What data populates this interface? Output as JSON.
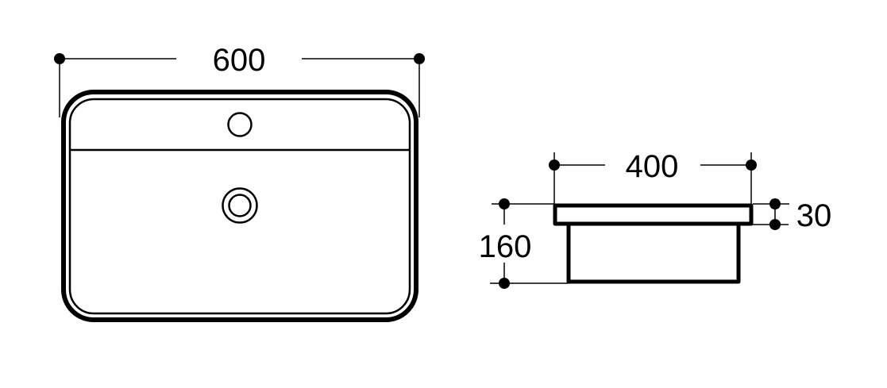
{
  "drawing": {
    "stroke_color": "#000000",
    "background": "#ffffff"
  },
  "top_view": {
    "label": "top-view",
    "width_dimension": "600",
    "features": [
      "faucet-hole",
      "deck-divider",
      "drain-with-ring"
    ]
  },
  "side_view": {
    "label": "side-view",
    "width_dimension": "400",
    "height_dimension": "160",
    "rim_dimension": "30"
  }
}
